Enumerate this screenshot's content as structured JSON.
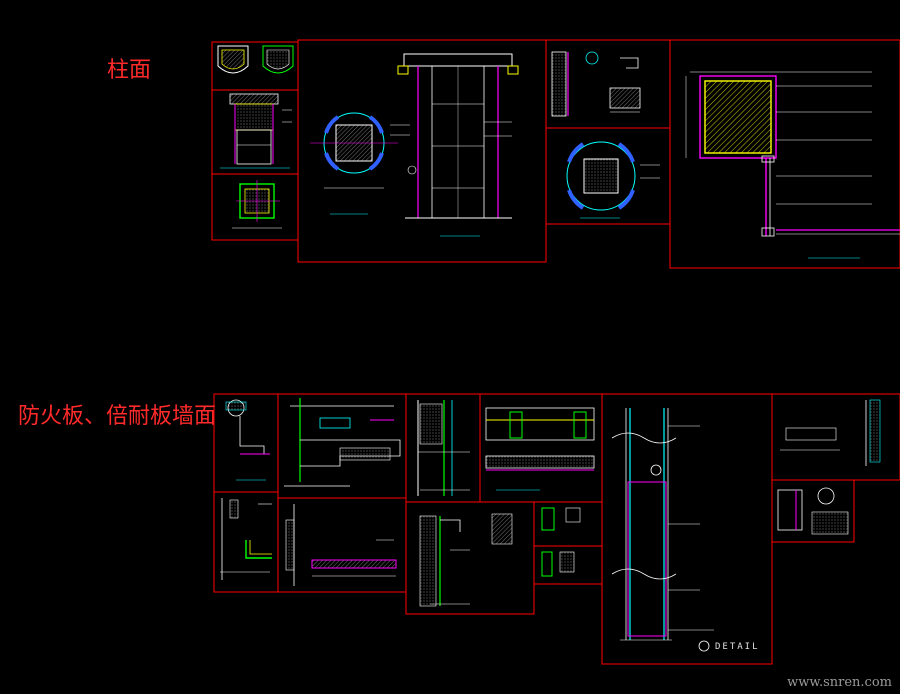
{
  "sections": {
    "column_title": "柱面",
    "wall_title": "防火板、倍耐板墙面"
  },
  "detail_label": "DETAIL",
  "watermark": "www.snren.com",
  "colors": {
    "background": "#000000",
    "frame": "#ff0000",
    "title": "#ff2a2a",
    "line_magenta": "#ff00ff",
    "line_cyan": "#00ffff",
    "line_yellow": "#ffff00",
    "line_green": "#00ff00",
    "line_white": "#ffffff",
    "line_blue": "#3060ff"
  }
}
